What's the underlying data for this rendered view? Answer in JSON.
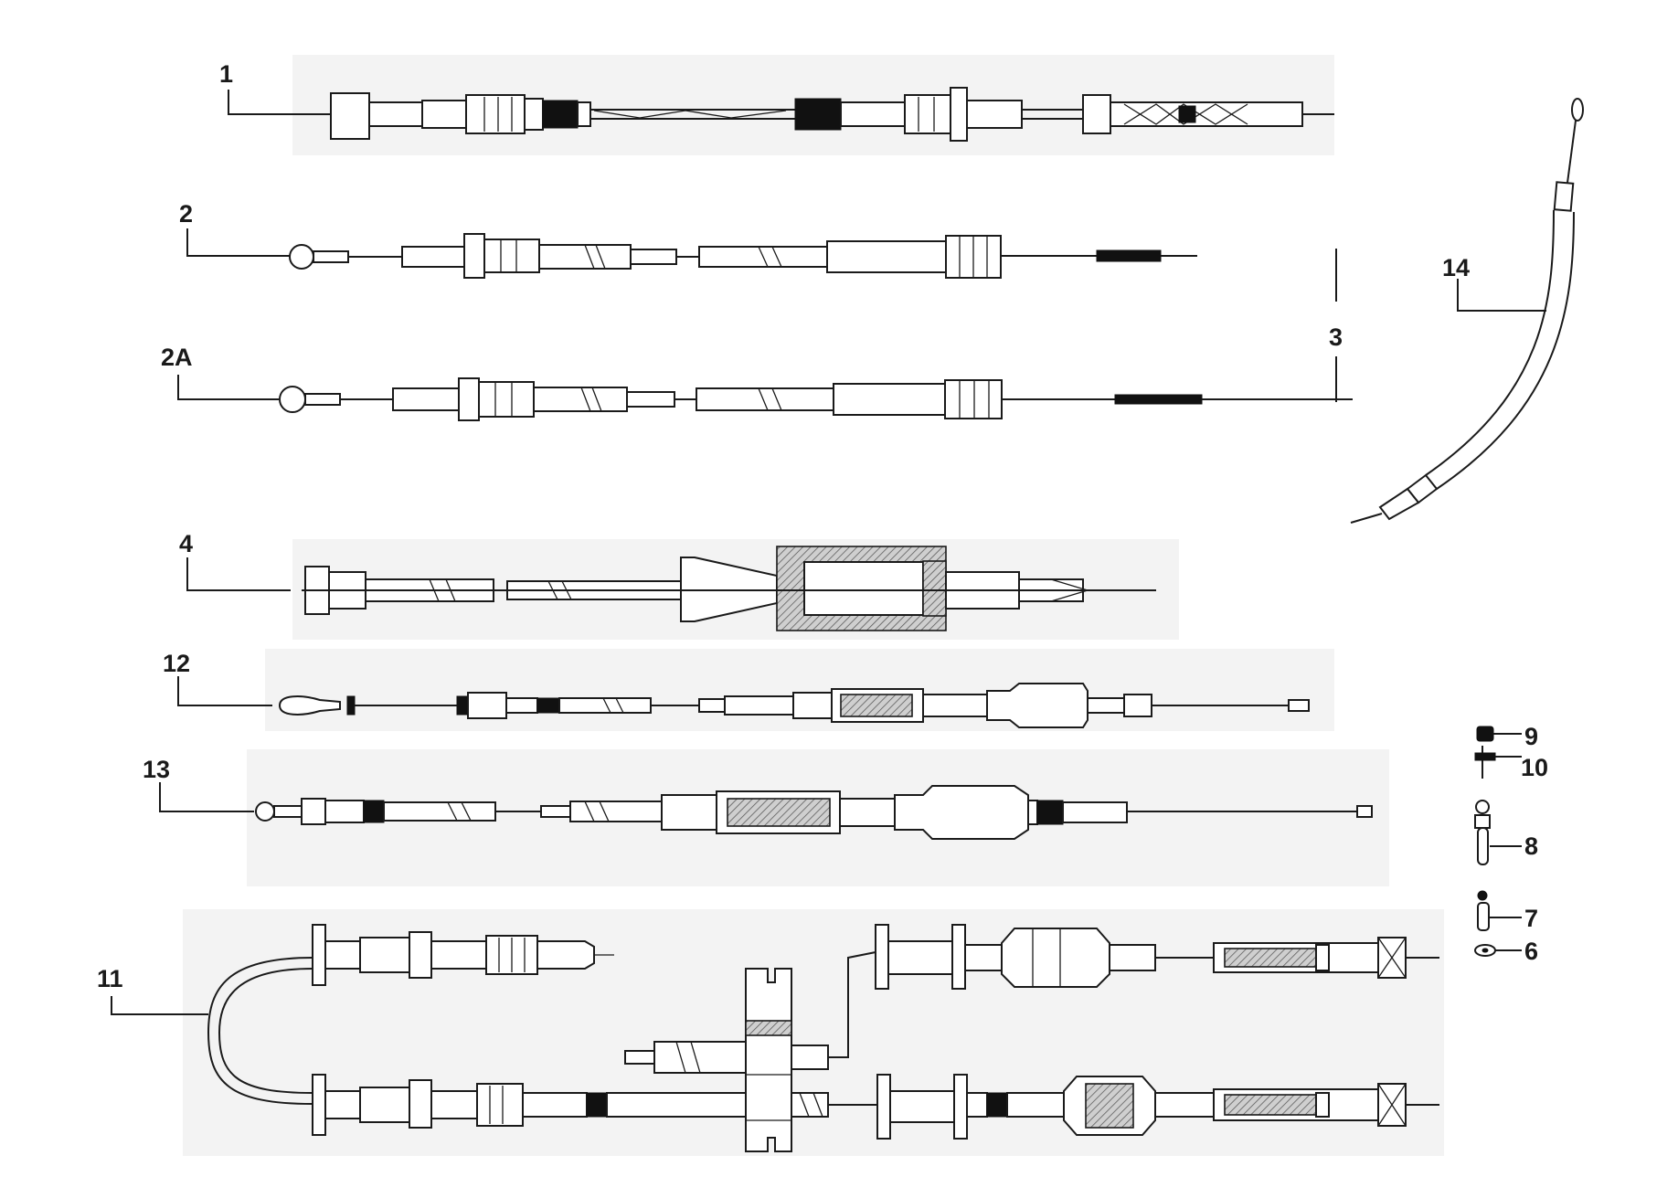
{
  "labels": {
    "p1": "1",
    "p2": "2",
    "p2a": "2A",
    "p3": "3",
    "p4": "4",
    "p6": "6",
    "p7": "7",
    "p8": "8",
    "p9": "9",
    "p10": "10",
    "p11": "11",
    "p12": "12",
    "p13": "13",
    "p14": "14"
  },
  "colors": {
    "line": "#1a1a1a",
    "background": "#ffffff",
    "fill_dark": "#111111"
  }
}
